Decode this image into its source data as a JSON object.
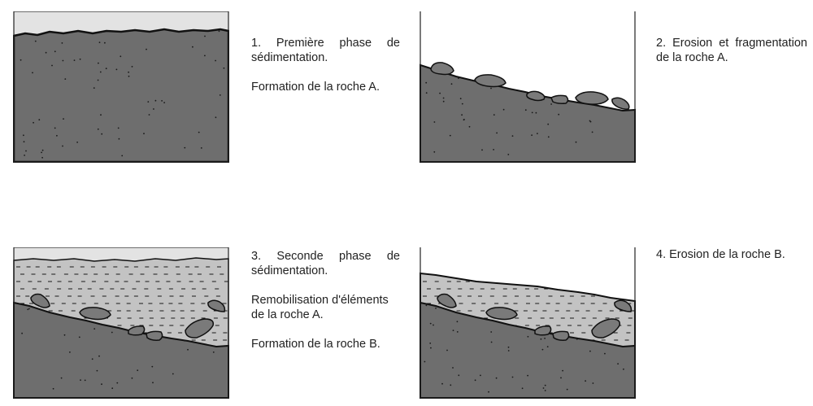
{
  "figure": {
    "colors": {
      "rock_a": "#6e6e6e",
      "rock_b": "#c3c3c3",
      "sky": "#e3e3e3",
      "clast": "#7a7a7a",
      "line": "#111111"
    },
    "steps": [
      {
        "id": "step-1",
        "caption": [
          "1. Première phase de sédimentation.",
          "Formation de la roche A."
        ]
      },
      {
        "id": "step-2",
        "caption": [
          "2. Erosion et fragmentation de la roche A."
        ]
      },
      {
        "id": "step-3",
        "caption": [
          "3. Seconde phase de sédimentation.",
          "Remobilisation d'éléments de la roche A.",
          "Formation de la roche B."
        ]
      },
      {
        "id": "step-4",
        "caption": [
          "4. Erosion de la roche B."
        ]
      }
    ]
  }
}
